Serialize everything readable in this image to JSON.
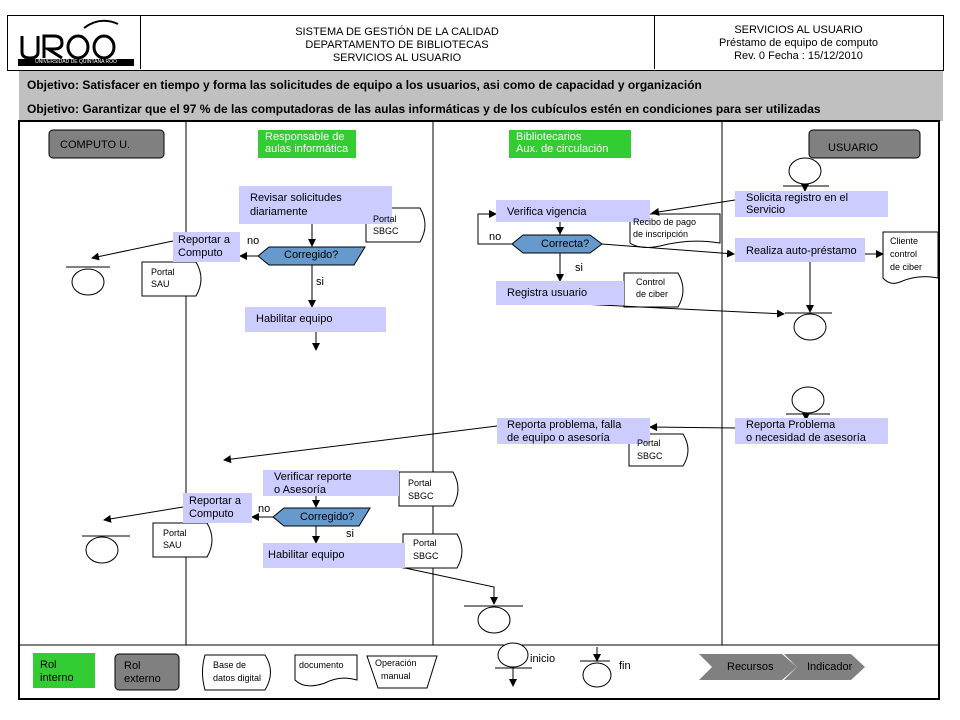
{
  "header": {
    "center": [
      "SISTEMA DE GESTIÓN DE LA CALIDAD",
      "DEPARTAMENTO DE BIBLIOTECAS",
      "SERVICIOS AL USUARIO"
    ],
    "right": [
      "SERVICIOS AL USUARIO",
      "Préstamo de equipo de computo",
      "Rev. 0 Fecha : 15/12/2010"
    ],
    "logo_text": "UNIVERSIDAD DE QUINTANA ROO"
  },
  "objectives": [
    "Objetivo: Satisfacer en tiempo y forma las solicitudes de equipo a los usuarios, asi como de capacidad y organización",
    "Objetivo: Garantizar que el 97 % de las computadoras de las aulas informáticas y de los cubículos estén en condiciones para ser utilizadas"
  ],
  "lanes": {
    "computo": "COMPUTO U.",
    "responsable": [
      "Responsable de",
      "aulas informática"
    ],
    "bibliotecarios": [
      "Bibliotecarios",
      "Aux. de circulación"
    ],
    "usuario": "USUARIO"
  },
  "flow": {
    "revisar": [
      "Revisar solicitudes",
      "diariamente"
    ],
    "corregido": "Corregido?",
    "reportar": [
      "Reportar a",
      "Computo"
    ],
    "portal_sau": [
      "Portal",
      "SAU"
    ],
    "portal_sbgc": [
      "Portal",
      "SBGC"
    ],
    "habilitar": "Habilitar equipo",
    "verifica_vigencia": "Verifica vigencia",
    "recibo": [
      "Recibo de pago",
      "de inscripción"
    ],
    "correcta": "Correcta?",
    "registra": "Registra usuario",
    "control_ciber": [
      "Control",
      "de ciber"
    ],
    "solicita": [
      "Solicita registro en el",
      "Servicio"
    ],
    "auto_prestamo": "Realiza auto-préstamo",
    "cliente": [
      "Cliente",
      "control",
      "de ciber"
    ],
    "reporta_falla": [
      "Reporta problema, falla",
      "de equipo o asesoría"
    ],
    "reporta_problema": [
      "Reporta Problema",
      "o necesidad de asesoría"
    ],
    "verificar_reporte": [
      "Verificar reporte",
      "o Asesoría"
    ],
    "no": "no",
    "si": "si"
  },
  "legend": {
    "rol_interno": [
      "Rol",
      "interno"
    ],
    "rol_externo": [
      "Rol",
      "externo"
    ],
    "base_datos": [
      "Base de",
      "datos digital"
    ],
    "documento": "documento",
    "operacion": [
      "Operación",
      "manual"
    ],
    "inicio": "inicio",
    "fin": "fin",
    "recursos": "Recursos",
    "indicador": "Indicador"
  },
  "colors": {
    "activity": "#ccccff",
    "decision": "#6699cc",
    "lane_internal": "#33cc33",
    "lane_external": "#808080",
    "objective_band": "#c0c0c0"
  }
}
